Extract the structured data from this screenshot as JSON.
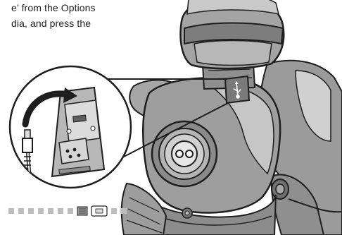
{
  "instruction": {
    "lines": [
      "e’ from the Options",
      "dia, and press the"
    ]
  },
  "illustration": {
    "subject": "robot-usb-port-callout",
    "palette": {
      "robot_gray": "#9a9a9a",
      "robot_light": "#c8c8c8",
      "robot_dark": "#6d6d6d",
      "outline": "#1e1e1e",
      "white": "#ffffff",
      "strip_gray": "#bdbdbd"
    },
    "icons": [
      "usb-symbol-icon",
      "usb-cable-icon",
      "usb-port-cover-icon",
      "curved-arrow-icon",
      "speaker-grille-icon",
      "status-bar-strip"
    ]
  }
}
